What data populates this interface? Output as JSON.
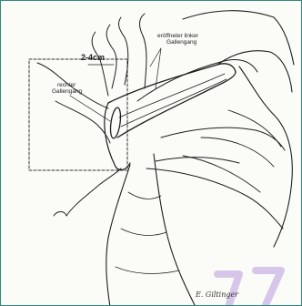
{
  "labels": {
    "common_duct": [
      "eröffneter linker",
      "Gallengang"
    ],
    "measure": "2-4cm",
    "right_duct": [
      "rechter",
      "Gallengang"
    ]
  },
  "signature": "E. Giltinger",
  "colors": {
    "frame_border": "#2f8a7c",
    "ink": "#1e1e1e",
    "dash_box": "#333333",
    "watermark": "#b89adf"
  }
}
